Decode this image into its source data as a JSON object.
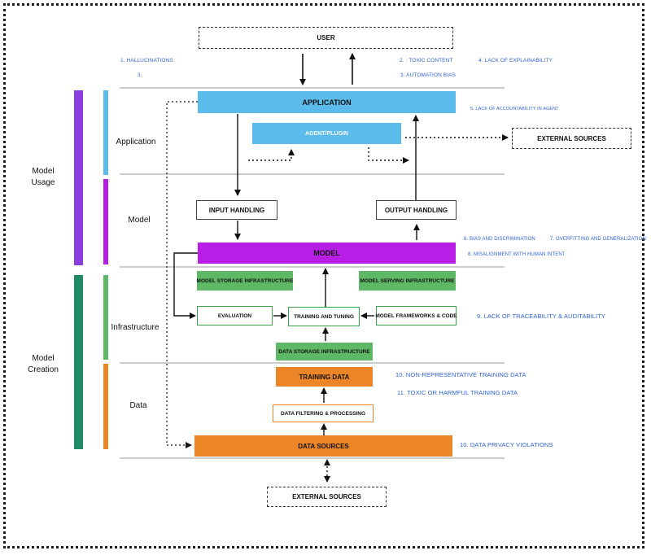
{
  "outer_labels": {
    "model_usage": [
      "Model",
      "Usage"
    ],
    "model_creation": [
      "Model",
      "Creation"
    ]
  },
  "layer_labels": {
    "application": "Application",
    "model": "Model",
    "infrastructure": "Infrastructure",
    "data": "Data"
  },
  "boxes": {
    "user": "USER",
    "application": "APPLICATION",
    "agent_plugin": "AGENT/PLUGIN",
    "external_sources_top": "EXTERNAL SOURCES",
    "input_handling": "INPUT HANDLING",
    "output_handling": "OUTPUT HANDLING",
    "model": "MODEL",
    "model_storage": "MODEL STORAGE INFRASTRUCTURE",
    "model_serving": "MODEL SERVING INFRASTRUCTURE",
    "evaluation": "EVALUATION",
    "training_tuning": "TRAINING AND TUNING",
    "model_frameworks": "MODEL FRAMEWORKS & CODE",
    "data_storage": "DATA STORAGE INFRASTRUCTURE",
    "training_data": "TRAINING DATA",
    "data_filtering": "DATA FILTERING & PROCESSING",
    "data_sources": "DATA SOURCES",
    "external_sources_bottom": "EXTERNAL SOURCES"
  },
  "risks": {
    "r1": "1. HALLUCINATIONS",
    "r2": "2. : TOXIC CONTENT",
    "r3a": "3.",
    "r3b": "3.  AUTOMATION BIAS",
    "r4": "4. LACK OF EXPLAINABILITY",
    "r5": "5.   LACK OF ACCOUNTABILITY IN AGENT",
    "r6": "6. BIAS AND DISCRIMINATION",
    "r7": "7. OVERFITTING AND GENERALIZATION",
    "r8": "8. MISALIGNMENT WITH HUMAN INTENT",
    "r9": "9. LACK OF TRACEABILITY & AUDITABILITY",
    "r10a": "10. NON-REPRESENTATIVE TRAINING DATA",
    "r11": "11. TOXIC OR HARMFUL TRAINING DATA",
    "r10b": "10. DATA PRIVACY VIOLATIONS"
  },
  "colors": {
    "application_blue": "#5bbbea",
    "model_purple": "#b81ee6",
    "infrastructure_green": "#5fb866",
    "data_orange": "#ec8526",
    "creation_teal": "#1e8b64",
    "usage_violet": "#8a3fdc",
    "risk_text_blue": "#2f62d6"
  }
}
